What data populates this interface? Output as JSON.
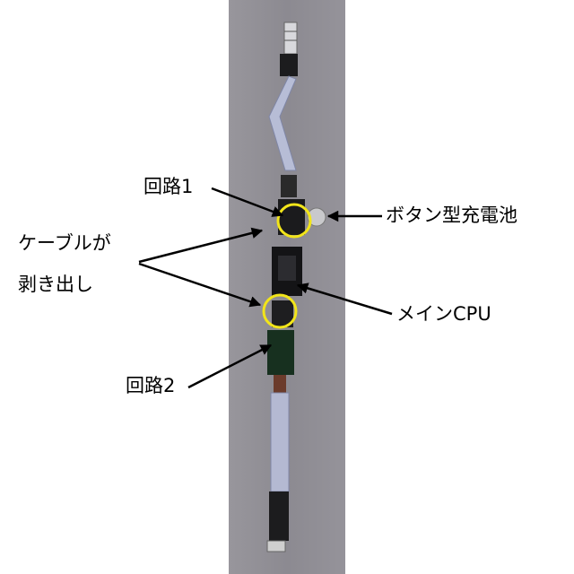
{
  "labels": {
    "circuit1": "回路1",
    "button_battery": "ボタン型充電池",
    "cable_exposed_line1": "ケーブルが",
    "cable_exposed_line2": "剥き出し",
    "main_cpu": "メインCPU",
    "circuit2": "回路2"
  },
  "colors": {
    "background_strip": "#8f8d94",
    "highlight_circle": "#f2e51a",
    "arrow": "#000000"
  }
}
